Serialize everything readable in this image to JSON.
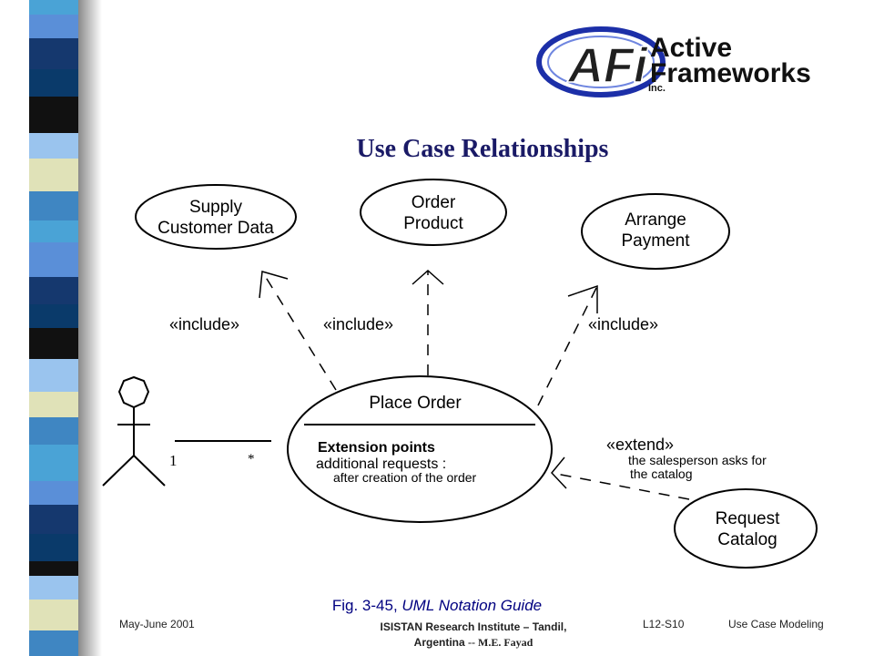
{
  "logo": {
    "line1": "Active",
    "line2": "Frameworks",
    "suffix": "Inc.",
    "monogram": "AFi"
  },
  "title": "Use Case Relationships",
  "use_cases": {
    "supply": {
      "line1": "Supply",
      "line2": "Customer Data"
    },
    "order": {
      "line1": "Order",
      "line2": "Product"
    },
    "arrange": {
      "line1": "Arrange",
      "line2": "Payment"
    },
    "place": {
      "name": "Place Order",
      "ext_heading": "Extension points",
      "ext_point": "additional requests :",
      "ext_detail": "after creation of the order"
    },
    "request": {
      "line1": "Request",
      "line2": "Catalog"
    }
  },
  "relations": {
    "include_left": "«include»",
    "include_mid": "«include»",
    "include_right": "«include»",
    "extend": "«extend»",
    "extend_cond1": "the salesperson asks for",
    "extend_cond2": "the catalog"
  },
  "multiplicity": {
    "actor_end": "1",
    "usecase_end": "*"
  },
  "caption": {
    "prefix": "Fig. 3-45, ",
    "source": "UML Notation Guide"
  },
  "footer": {
    "date": "May-June 2001",
    "institute1": "ISISTAN Research Institute – Tandil,",
    "institute2a": "Argentina",
    "institute2b": "-- M.E. Fayad",
    "slide": "L12-S10",
    "topic": "Use Case Modeling"
  },
  "colors": {
    "title": "#1a1a66",
    "strip": [
      "#4aa3d6",
      "#0a3a6a",
      "#e0e2b8",
      "#5a8fd8",
      "#111111",
      "#3f86c2",
      "#15386e",
      "#9ac4ee"
    ]
  }
}
